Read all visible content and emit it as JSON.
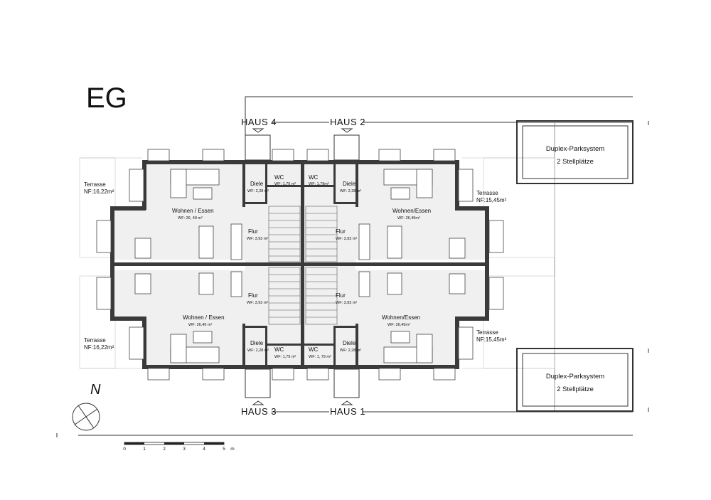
{
  "title": "EG",
  "houses": {
    "h4": "HAUS 4",
    "h2": "HAUS 2",
    "h3": "HAUS 3",
    "h1": "HAUS 1"
  },
  "parking": {
    "top_line1": "Duplex-Parksystem",
    "top_line2": "2 Stellplätze",
    "bottom_line1": "Duplex-Parksystem",
    "bottom_line2": "2 Stellplätze"
  },
  "rooms": {
    "terr_tl_label": "Terrasse",
    "terr_tl_area": "NF:16,22m²",
    "terr_bl_label": "Terrasse",
    "terr_bl_area": "NF:16,22m²",
    "terr_tr_label": "Terrasse",
    "terr_tr_area": "NF:15,45m²",
    "terr_br_label": "Terrasse",
    "terr_br_area": "NF:15,45m²",
    "wohnen_tl": "Wohnen / Essen",
    "wohnen_tl_area": "WF: 26, 49 m²",
    "wohnen_tr": "Wohnen/Essen",
    "wohnen_tr_area": "WF: 26,49m²",
    "wohnen_bl": "Wohnen / Essen",
    "wohnen_bl_area": "WF: 26,49 m²",
    "wohnen_br": "Wohnen/Essen",
    "wohnen_br_area": "WF: 26,49m²",
    "flur_tl": "Flur",
    "flur_tl_area": "WF: 3,93 m²",
    "flur_tr": "Flur",
    "flur_tr_area": "WF: 3,93 m²",
    "flur_bl": "Flur",
    "flur_bl_area": "WF: 3,93 m²",
    "flur_br": "Flur",
    "flur_br_area": "WF: 3,93 m²",
    "diele_tl": "Diele",
    "diele_tl_area": "WF: 2,28 m²",
    "diele_tr": "Diele",
    "diele_tr_area": "WF: 2,28 m²",
    "diele_bl": "Diele",
    "diele_bl_area": "WF: 2,28 m²",
    "diele_br": "Diele",
    "diele_br_area": "WF: 2,28 m²",
    "wc_tl": "WC",
    "wc_tl_area": "WF: 1,79 m²",
    "wc_tr": "WC",
    "wc_tr_area": "WF: 1,79m²",
    "wc_bl": "WC",
    "wc_bl_area": "WF: 1,79 m²",
    "wc_br": "WC",
    "wc_br_area": "WF: 1, 79 m²"
  },
  "north": "N",
  "scale": {
    "t0": "0",
    "t1": "1",
    "t2": "2",
    "t3": "3",
    "t4": "4",
    "t5": "5",
    "unit": "m"
  }
}
